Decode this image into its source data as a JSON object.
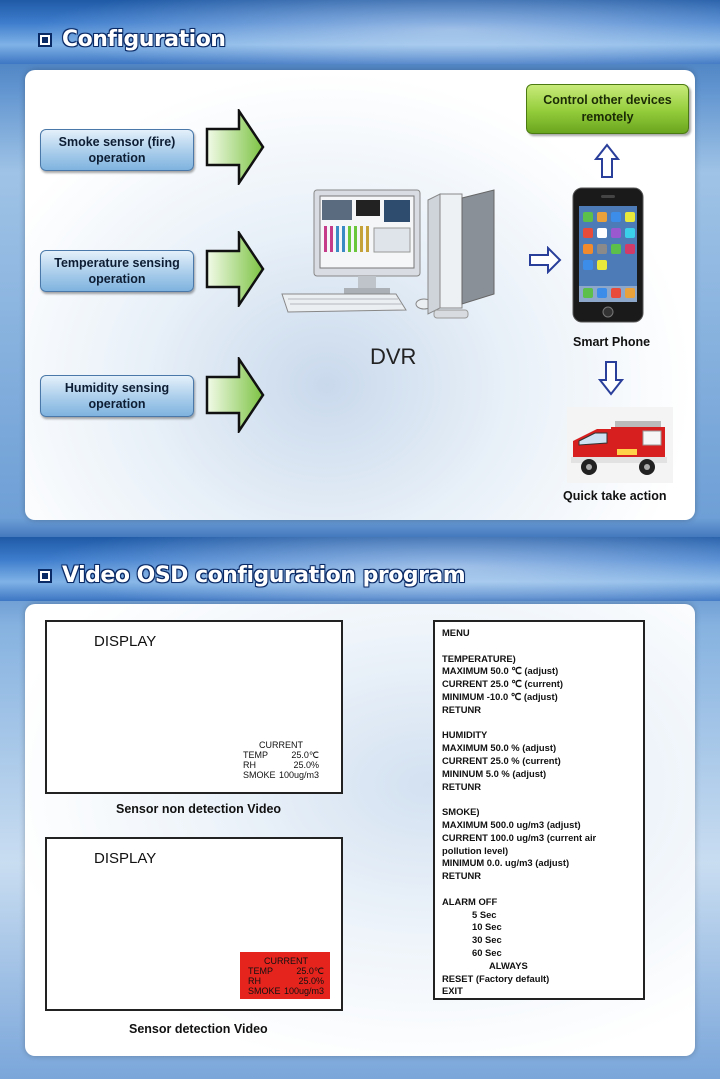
{
  "sections": {
    "configuration_title": "Configuration",
    "osd_title": "Video OSD configuration program"
  },
  "inputs": [
    {
      "line1": "Smoke sensor (fire)",
      "line2": "operation"
    },
    {
      "line1": "Temperature sensing",
      "line2": "operation"
    },
    {
      "line1": "Humidity sensing",
      "line2": "operation"
    }
  ],
  "dvr_label": "DVR",
  "control": {
    "line1": "Control other devices",
    "line2": "remotely"
  },
  "phone_label": "Smart Phone",
  "action_label": "Quick take action",
  "colors": {
    "green_arrow": "#7cc243",
    "blue_box": "#a9cdeb",
    "alarm_red": "#e5241d",
    "outline_arrow": "#2a3f9a"
  },
  "screen_normal": {
    "title": "DISPLAY",
    "current": "CURRENT",
    "temp_label": "TEMP",
    "temp_value": "25.0℃",
    "rh_label": "RH",
    "rh_value": "25.0%",
    "smoke_label": "SMOKE",
    "smoke_value": "100ug/m3",
    "caption": "Sensor non detection Video"
  },
  "screen_alarm": {
    "title": "DISPLAY",
    "current": "CURRENT",
    "temp_label": "TEMP",
    "temp_value": "25.0℃",
    "rh_label": "RH",
    "rh_value": "25.0%",
    "smoke_label": "SMOKE",
    "smoke_value": "100ug/m3",
    "caption": "Sensor detection Video"
  },
  "menu": {
    "title": "MENU",
    "temp_head": "TEMPERATURE)",
    "temp_max": "MAXIMUM  50.0 ℃   (adjust)",
    "temp_cur": "CURRENT    25.0 ℃  (current)",
    "temp_min": "MINIMUM  -10.0 ℃  (adjust)",
    "temp_ret": "RETUNR",
    "hum_head": "HUMIDITY",
    "hum_max": "MAXIMUM   50.0 %   (adjust)",
    "hum_cur": "CURRENT    25.0 %  (current)",
    "hum_min": "MININUM    5.0 %    (adjust)",
    "hum_ret": "RETUNR",
    "smoke_head": "SMOKE)",
    "smoke_max": "MAXIMUM  500.0  ug/m3 (adjust)",
    "smoke_cur1": "CURRENT    100.0  ug/m3 (current air",
    "smoke_cur2": "pollution level)",
    "smoke_min": "MINIMUM   0.0. ug/m3    (adjust)",
    "smoke_ret": "RETUNR",
    "alarm": "ALARM   OFF",
    "alarm_opts": [
      "5 Sec",
      "10 Sec",
      "30 Sec",
      "60 Sec"
    ],
    "always": "ALWAYS",
    "reset": "RESET   (Factory default)",
    "exit": "EXIT"
  }
}
